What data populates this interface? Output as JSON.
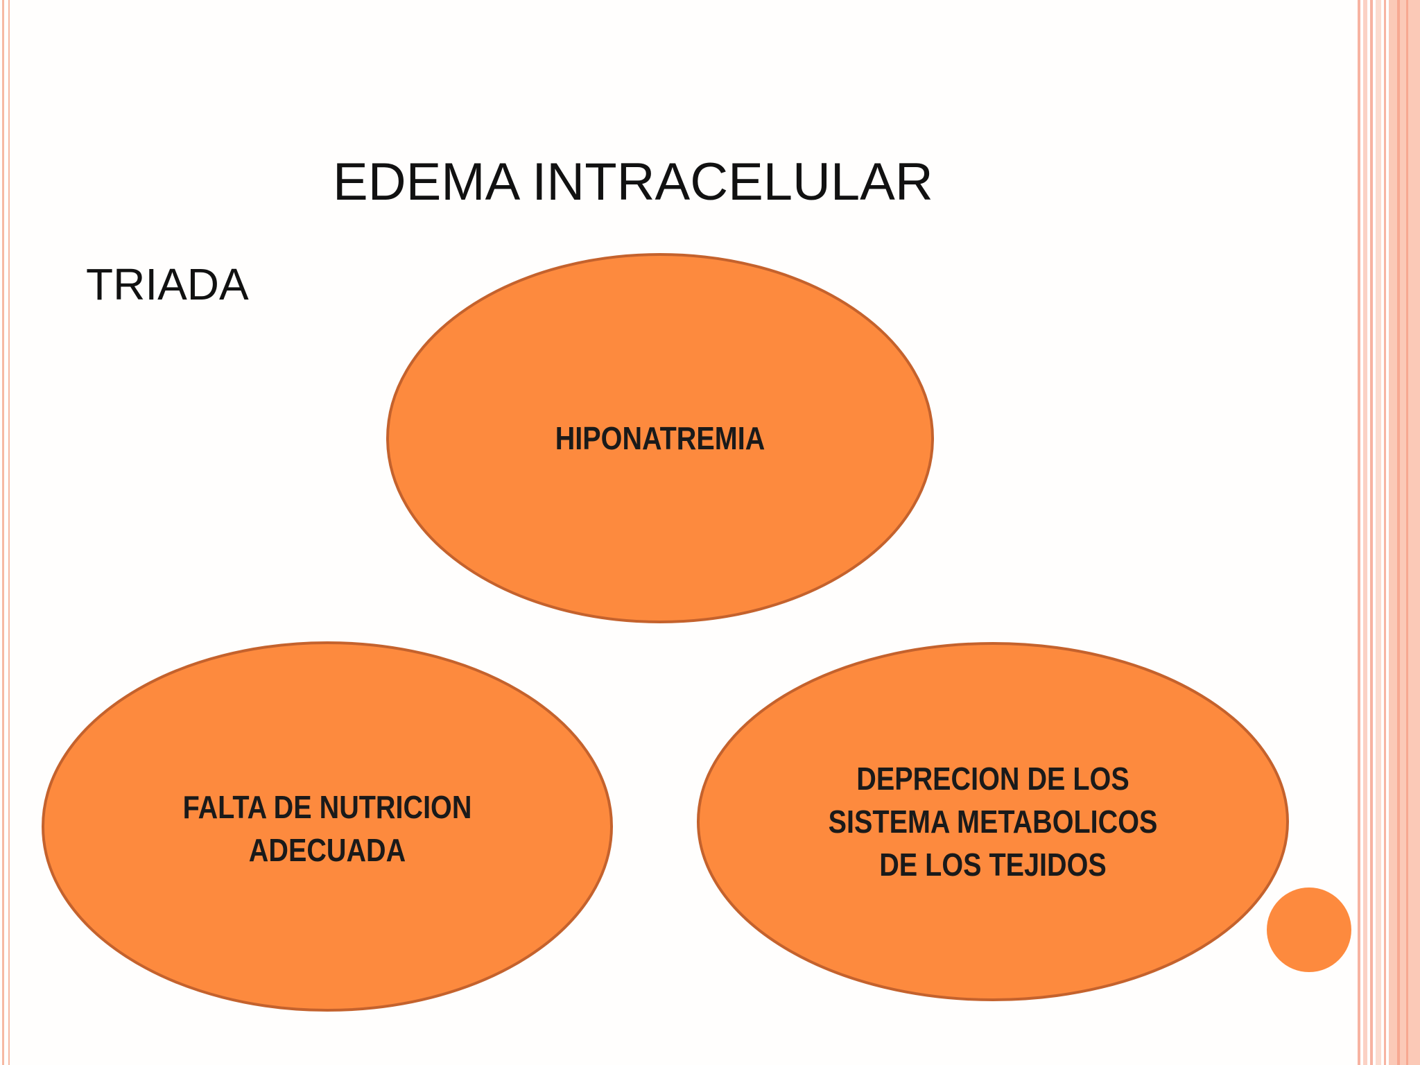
{
  "slide": {
    "title": "EDEMA INTRACELULAR",
    "subtitle": "TRIADA"
  },
  "diagram": {
    "nodes": [
      {
        "id": "hiponatremia",
        "label": "HIPONATREMIA"
      },
      {
        "id": "falta-nutricion",
        "label": "FALTA DE NUTRICION\nADECUADA"
      },
      {
        "id": "deprecion",
        "label": "DEPRECION DE LOS\nSISTEMA  METABOLICOS\nDE LOS TEJIDOS"
      }
    ]
  },
  "colors": {
    "node_fill": "#fd8a3e",
    "node_stroke": "#c4622d",
    "accent_circle": "#fd8a3e",
    "border_stripes": "#f7b3a1"
  }
}
